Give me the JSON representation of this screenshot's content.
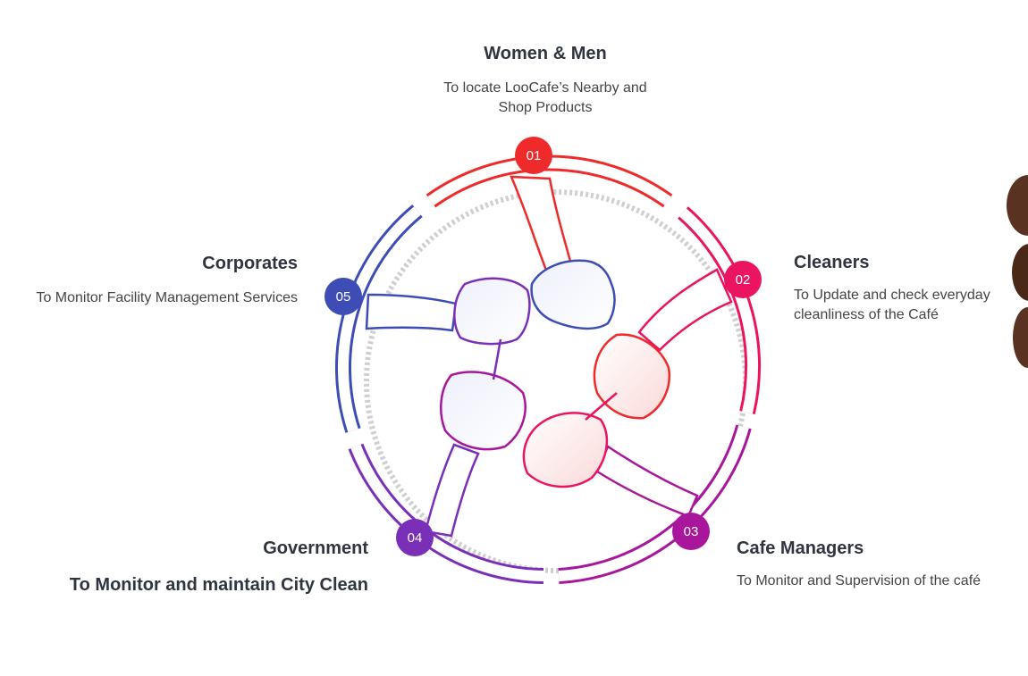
{
  "stakeholders": [
    {
      "number": "01",
      "title": "Women & Men",
      "description": "To locate LooCafe’s Nearby and Shop Products",
      "color": "#ee2a2a"
    },
    {
      "number": "02",
      "title": "Cleaners",
      "description": "To Update and check everyday cleanliness of the Café",
      "color": "#ea1460"
    },
    {
      "number": "03",
      "title": "Cafe Managers",
      "description": "To Monitor and Supervision of the café",
      "color": "#a8169c"
    },
    {
      "number": "04",
      "title": "Government",
      "description": "To  Monitor and maintain City Clean",
      "color": "#7a2fb8"
    },
    {
      "number": "05",
      "title": "Corporates",
      "description": "To Monitor Facility Management Services",
      "color": "#3d4db5"
    }
  ]
}
